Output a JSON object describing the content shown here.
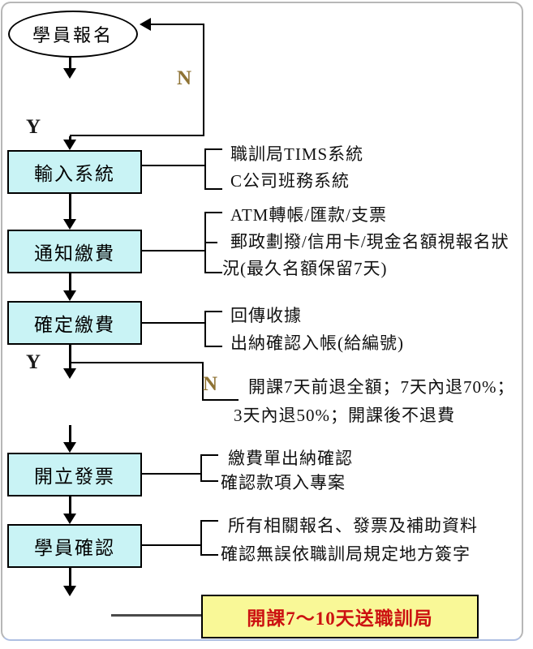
{
  "diagram": {
    "start_label": "學員報名",
    "decision": {
      "yes": "Y",
      "no": "N"
    },
    "steps": [
      {
        "label": "輸入系統",
        "notes": [
          "職訓局TIMS系統",
          "C公司班務系統"
        ]
      },
      {
        "label": "通知繳費",
        "notes": [
          "ATM轉帳/匯款/支票",
          "郵政劃撥/信用卡/現金名額視報名狀",
          "況(最久名額保留7天)"
        ]
      },
      {
        "label": "確定繳費",
        "notes": [
          "回傳收據",
          "出納確認入帳(給編號)"
        ]
      },
      {
        "label": "開立發票",
        "notes": [
          "繳費單出納確認",
          "確認款項入專案"
        ]
      },
      {
        "label": "學員確認",
        "notes": [
          "所有相關報名、發票及補助資料",
          "確認無誤依職訓局規定地方簽字"
        ]
      }
    ],
    "refund_policy": [
      "開課7天前退全額；7天內退70%；",
      "3天內退50%；開課後不退費"
    ],
    "final_label": "開課7～10天送職訓局"
  },
  "colors": {
    "step_fill": "#c9f3f5",
    "final_fill": "#f9f897",
    "final_text": "#cc1111",
    "no_label": "#8f7334",
    "yes_label": "#1a1a1a",
    "line": "#000000"
  }
}
